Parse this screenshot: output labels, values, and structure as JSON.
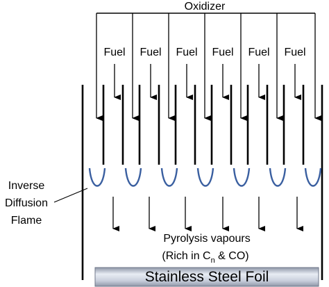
{
  "diagram": {
    "oxidizer_label": "Oxidizer",
    "fuel_label": "Fuel",
    "fuel_count": 6,
    "flame_label_lines": [
      "Inverse",
      "Diffusion",
      "Flame"
    ],
    "vapour_label": "Pyrolysis vapours",
    "vapour_sub_prefix": "(Rich in C",
    "vapour_sub_subscript": "n",
    "vapour_sub_suffix": " & CO)",
    "foil_label": "Stainless Steel Foil",
    "colors": {
      "line": "#000000",
      "flame": "#3a5fa0",
      "foil_light": "#e8ecf4",
      "foil_mid": "#c9cfdc",
      "foil_dark": "#8e96a8"
    }
  }
}
